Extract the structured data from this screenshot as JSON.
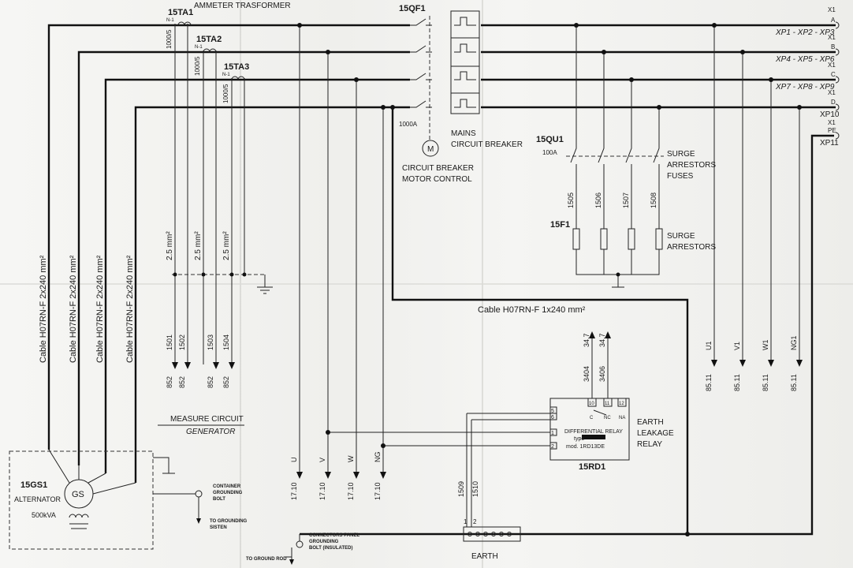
{
  "labels": {
    "ammeter": "AMMETER TRASFORMER",
    "ta1": "15TA1",
    "ta2": "15TA2",
    "ta3": "15TA3",
    "ratio": "1000/5",
    "n1": "N-1",
    "qf1": "15QF1",
    "mains1": "MAINS",
    "mains2": "CIRCUIT BREAKER",
    "amp1000": "1000A",
    "motor_m": "M",
    "cbm1": "CIRCUIT BREAKER",
    "cbm2": "MOTOR CONTROL",
    "qu1": "15QU1",
    "amp100": "100A",
    "sa1": "SURGE",
    "sa2": "ARRESTORS",
    "sa3": "FUSES",
    "f1": "15F1",
    "sar1": "SURGE",
    "sar2": "ARRESTORS",
    "x1a": "X1",
    "pa": "A",
    "xp123": "XP1 - XP2 - XP3",
    "x1b": "X1",
    "pb": "B",
    "xp456": "XP4 - XP5 - XP6",
    "x1c": "X1",
    "pc": "C",
    "xp789": "XP7 - XP8 - XP9",
    "x1d": "X1",
    "pd": "D",
    "xp10": "XP10",
    "x1pe": "X1",
    "pe": "PE",
    "xp11": "XP11",
    "cable_main": "Cable H07RN-F 2x240 mm²",
    "cable_small": "2.5 mm²",
    "cable_h": "Cable H07RN-F 1x240 mm²",
    "w1501": "1501",
    "w1502": "1502",
    "w1503": "1503",
    "w1504": "1504",
    "w1505": "1505",
    "w1506": "1506",
    "w1507": "1507",
    "w1508": "1508",
    "w1509": "1509",
    "w1510": "1510",
    "w3404": "3404",
    "w3406": "3406",
    "d852": "852",
    "d347": "34.7",
    "d8511": "85.11",
    "d1710": "17.10",
    "u": "U",
    "v": "V",
    "w": "W",
    "ng": "NG",
    "u1": "U1",
    "v1": "V1",
    "w1": "W1",
    "ng1": "NG1",
    "measure1": "MEASURE CIRCUIT",
    "measure2": "GENERATOR",
    "gs1": "15GS1",
    "alt": "ALTERNATOR",
    "kva": "500kVA",
    "gs": "GS",
    "cont1": "CONTAINER",
    "cont2": "GROUNDING",
    "cont3": "BOLT",
    "tog1": "TO GROUNDING",
    "tog2": "SISTEN",
    "cp1": "CONNECTORS PANEL",
    "cp2": "GROUNDING",
    "cp3": "BOLT (INSULATED)",
    "torod": "TO GROUND ROD",
    "earth": "EARTH",
    "t1": "1",
    "t2": "2",
    "dr1": "DIFFERENTIAL RELAY",
    "dr2": "type",
    "dr3": "mod. 1RD13DE",
    "rd1": "15RD1",
    "el1": "EARTH",
    "el2": "LEAKAGE",
    "el3": "RELAY",
    "r1": "1",
    "r2": "2",
    "r5": "5",
    "r6": "6",
    "r10": "10",
    "r11": "11",
    "r12": "12",
    "c": "C",
    "nc": "NC",
    "na": "NA"
  }
}
